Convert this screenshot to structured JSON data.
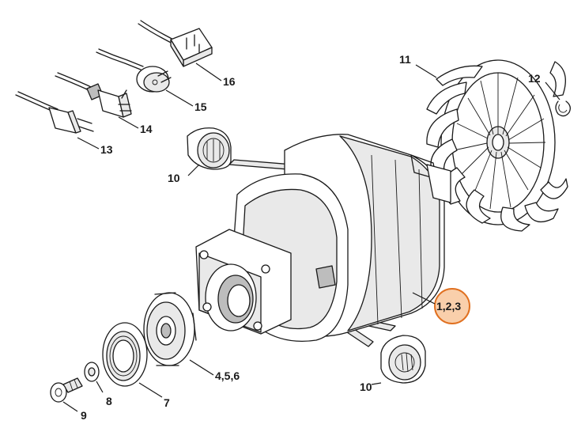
{
  "labels": {
    "l16": "16",
    "l15": "15",
    "l14": "14",
    "l13": "13",
    "l10a": "10",
    "l10b": "10",
    "l11": "11",
    "l12": "12",
    "l123": "1,2,3",
    "l456": "4,5,6",
    "l7": "7",
    "l8": "8",
    "l9": "9"
  },
  "highlight": {
    "color": "#f0a058",
    "stroke": "#e07020",
    "target": "1,2,3"
  }
}
